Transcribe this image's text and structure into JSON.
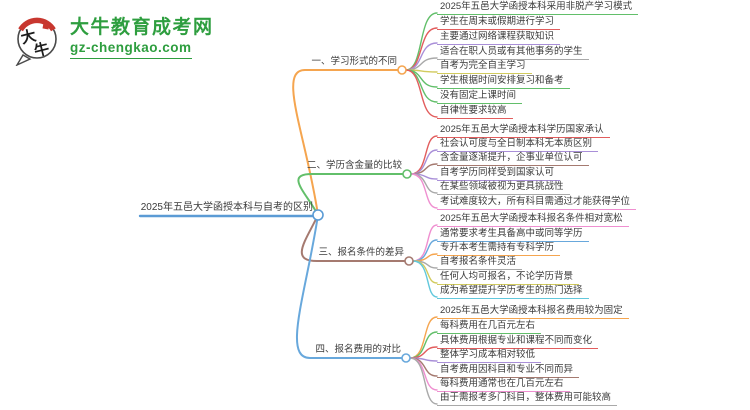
{
  "logo": {
    "brand": "大牛教育成考网",
    "domain": "gz-chengkao.com",
    "brand_color": "#2e9e3f",
    "badge_text": "大牛",
    "badge_accent": "#c8372f"
  },
  "center": {
    "label": "2025年五邑大学函授本科与自考的区别",
    "color": "#5b9bd5"
  },
  "branches": [
    {
      "label": "一、学习形式的不同",
      "color": "#f5a54f",
      "items": [
        {
          "text": "2025年五邑大学函授本科采用非脱产学习模式",
          "color": "#62bf6a"
        },
        {
          "text": "学生在周末或假期进行学习",
          "color": "#e25d5d"
        },
        {
          "text": "主要通过网络课程获取知识",
          "color": "#a98fd8"
        },
        {
          "text": "适合在职人员或有其他事务的学生",
          "color": "#a9a9a9"
        },
        {
          "text": "自考为完全自主学习",
          "color": "#d2cb5e"
        },
        {
          "text": "学生根据时间安排复习和备考",
          "color": "#62bf6a"
        },
        {
          "text": "没有固定上课时间",
          "color": "#62bf6a"
        },
        {
          "text": "自律性要求较高",
          "color": "#e25d5d"
        }
      ]
    },
    {
      "label": "二、学历含金量的比较",
      "color": "#62bf6a",
      "items": [
        {
          "text": "2025年五邑大学函授本科学历国家承认",
          "color": "#e25d5d"
        },
        {
          "text": "社会认可度与全日制本科无本质区别",
          "color": "#a98fd8"
        },
        {
          "text": "含金量逐渐提升，企事业单位认可",
          "color": "#a57a70"
        },
        {
          "text": "自考学历同样受到国家认可",
          "color": "#a98fd8"
        },
        {
          "text": "在某些领域被视为更具挑战性",
          "color": "#a9a9a9"
        },
        {
          "text": "考试难度较大，所有科目需通过才能获得学位",
          "color": "#ef8fd0"
        }
      ]
    },
    {
      "label": "三、报名条件的差异",
      "color": "#a57a70",
      "items": [
        {
          "text": "2025年五邑大学函授本科报名条件相对宽松",
          "color": "#ef8fd0"
        },
        {
          "text": "通常要求考生具备高中或同等学历",
          "color": "#68a8dc"
        },
        {
          "text": "专升本考生需持有专科学历",
          "color": "#f5a54f"
        },
        {
          "text": "自考报名条件灵活",
          "color": "#a9a9a9"
        },
        {
          "text": "任何人均可报名，不论学历背景",
          "color": "#d2cb5e"
        },
        {
          "text": "成为希望提升学历考生的热门选择",
          "color": "#62c8dc"
        }
      ]
    },
    {
      "label": "四、报名费用的对比",
      "color": "#68a8dc",
      "items": [
        {
          "text": "2025年五邑大学函授本科报名费用较为固定",
          "color": "#f5a54f"
        },
        {
          "text": "每科费用在几百元左右",
          "color": "#62bf6a"
        },
        {
          "text": "具体费用根据专业和课程不同而变化",
          "color": "#e25d5d"
        },
        {
          "text": "整体学习成本相对较低",
          "color": "#a98fd8"
        },
        {
          "text": "自考费用因科目和专业不同而异",
          "color": "#a57a70"
        },
        {
          "text": "每科费用通常也在几百元左右",
          "color": "#ef8fd0"
        },
        {
          "text": "由于需报考多门科目，整体费用可能较高",
          "color": "#a9a9a9"
        }
      ]
    }
  ]
}
